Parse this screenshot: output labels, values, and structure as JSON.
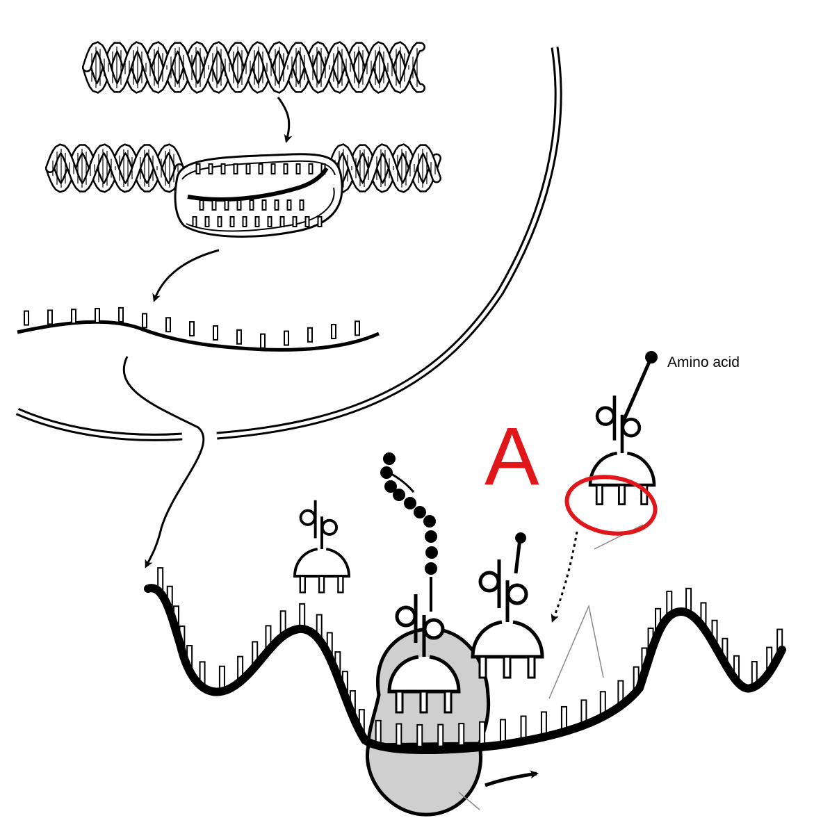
{
  "labels": {
    "amino_acid": "Amino acid",
    "marker": "A"
  },
  "colors": {
    "line": "#000000",
    "ribbon_fill": "#ffffff",
    "ribosome_fill": "#cfcfcf",
    "highlight": "#e0161b"
  },
  "components": [
    "dna-double-helix",
    "unwinding-dna-with-transcription-bubble",
    "mrna-strand",
    "nuclear-envelope",
    "mrna-on-ribosome",
    "ribosome",
    "trna-molecules",
    "amino-acid-chain",
    "anticodon-highlight"
  ]
}
